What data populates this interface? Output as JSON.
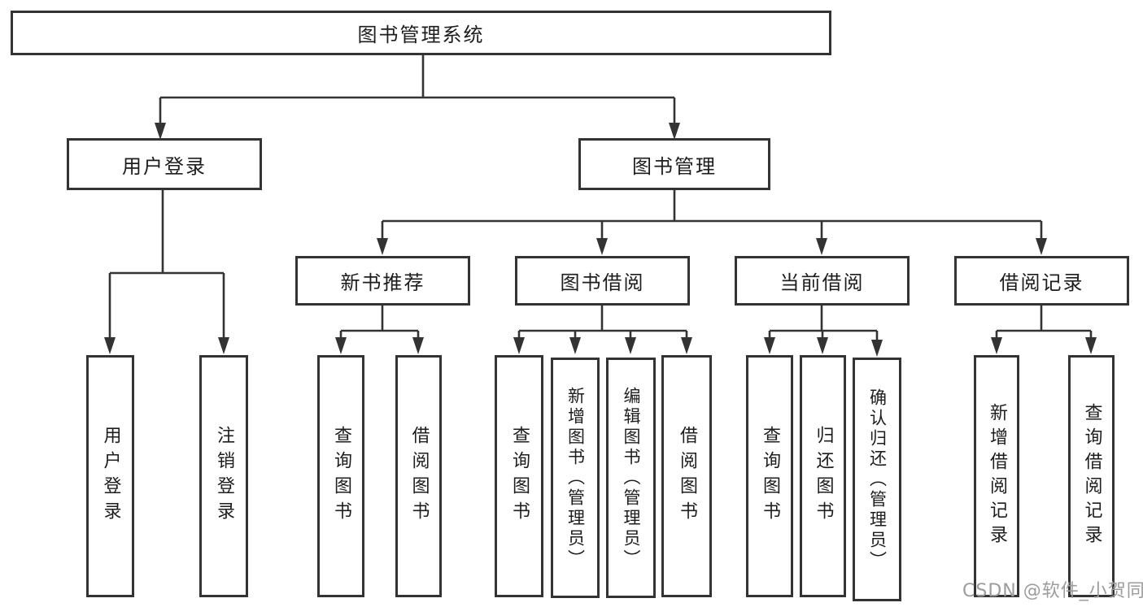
{
  "diagram": {
    "root": {
      "label": "图书管理系统"
    },
    "branches": [
      {
        "label": "用户登录",
        "children": [
          {
            "label": "用户登录"
          },
          {
            "label": "注销登录"
          }
        ]
      },
      {
        "label": "图书管理",
        "children": [
          {
            "label": "新书推荐",
            "children": [
              {
                "label": "查询图书"
              },
              {
                "label": "借阅图书"
              }
            ]
          },
          {
            "label": "图书借阅",
            "children": [
              {
                "label": "查询图书"
              },
              {
                "label": "新增图书（管理员）"
              },
              {
                "label": "编辑图书（管理员）"
              },
              {
                "label": "借阅图书"
              }
            ]
          },
          {
            "label": "当前借阅",
            "children": [
              {
                "label": "查询图书"
              },
              {
                "label": "归还图书"
              },
              {
                "label": "确认归还（管理员）"
              }
            ]
          },
          {
            "label": "借阅记录",
            "children": [
              {
                "label": "新增借阅记录"
              },
              {
                "label": "查询借阅记录"
              }
            ]
          }
        ]
      }
    ]
  },
  "watermark": {
    "text": "CSDN @软件_小贺同学"
  },
  "colors": {
    "line": "#333333",
    "box_border": "#333333",
    "text": "#1d1d1d",
    "watermark": "#9c9c9c",
    "background": "#ffffff"
  }
}
